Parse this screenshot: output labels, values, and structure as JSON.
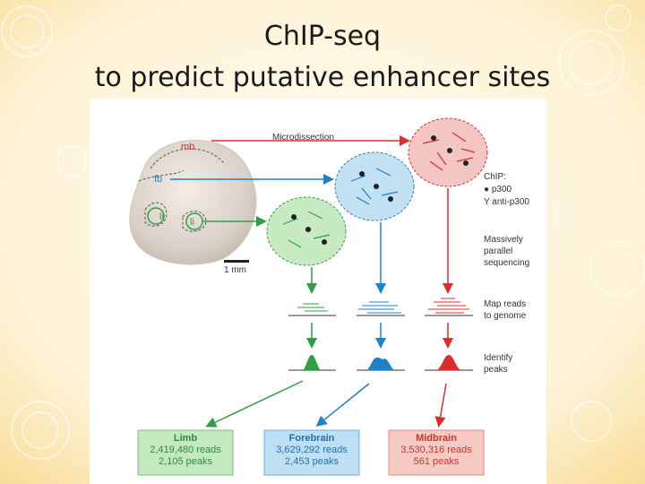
{
  "slide": {
    "title_line1": "ChIP-seq",
    "title_line2": "to predict putative enhancer sites"
  },
  "figure": {
    "embryo_labels": {
      "mb": "mb",
      "fb": "fb",
      "li_left": "li",
      "li_right": "li"
    },
    "scale_bar": "1 mm",
    "microdissection": "Microdissection",
    "chip_legend": {
      "title": "ChIP:",
      "p300": "● p300",
      "antibody": "Y anti-p300"
    },
    "steps": {
      "sequencing": [
        "Massively",
        "parallel",
        "sequencing"
      ],
      "map_reads": [
        "Map reads",
        "to genome"
      ],
      "identify_peaks": [
        "Identify",
        "peaks"
      ]
    },
    "results": [
      {
        "name": "Limb",
        "reads": "2,419,480 reads",
        "peaks": "2,105 peaks",
        "text_color": "#2e8b3a",
        "fill": "#c4e8c0",
        "stroke": "#7ac27a"
      },
      {
        "name": "Forebrain",
        "reads": "3,629,292 reads",
        "peaks": "2,453 peaks",
        "text_color": "#1f6fb5",
        "fill": "#bfe0f2",
        "stroke": "#6aaedc"
      },
      {
        "name": "Midbrain",
        "reads": "3,530,316 reads",
        "peaks": "561 peaks",
        "text_color": "#c0392b",
        "fill": "#f7c9c4",
        "stroke": "#e08a80"
      }
    ],
    "colors": {
      "green": "#2ea043",
      "blue": "#1f82c8",
      "red": "#d9302e"
    }
  }
}
